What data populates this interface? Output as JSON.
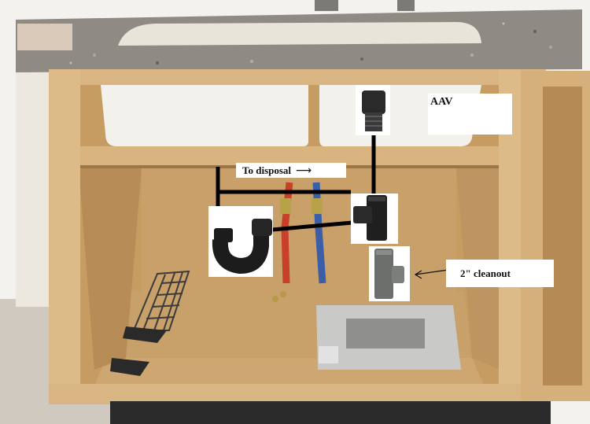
{
  "labels": {
    "aav": "AAV",
    "to_disposal": "To disposal",
    "cleanout": "2\" cleanout"
  },
  "arrow_glyph": "⟶",
  "colors": {
    "countertop": "#8a8780",
    "cabinet_wood": "#d9b98a",
    "cabinet_shadow": "#a98456",
    "sink": "#f2efe8",
    "pipe_black": "#1a1a1a",
    "pex_red": "#c8402c",
    "pex_blue": "#3a5fa8",
    "cleanout_gray": "#6d6f6c"
  }
}
